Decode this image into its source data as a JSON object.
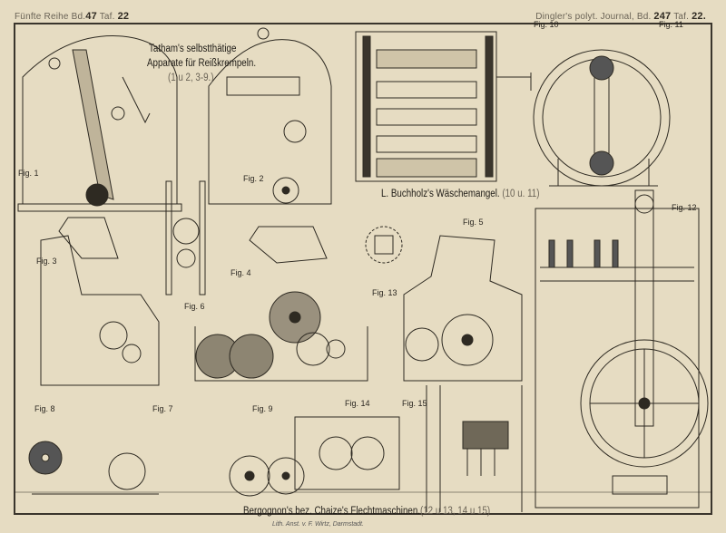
{
  "header": {
    "left_prefix": "Fünfte Reihe Bd.",
    "left_volume": "47",
    "left_taf_prefix": "Taf.",
    "left_taf": "22",
    "right_prefix": "Dingler's polyt. Journal, Bd.",
    "right_volume": "247",
    "right_taf_prefix": "Taf.",
    "right_taf": "22."
  },
  "titles": {
    "tatham_line1": "Tatham's selbstthätige",
    "tatham_line2": "Apparate für Reißkrempeln.",
    "tatham_figs": "(1 u 2, 3-9.)",
    "buchholz": "L. Buchholz's Wäschemangel.",
    "buchholz_figs": "(10 u. 11)",
    "bergognon": "Bergognon's bez. Chaize's Flechtmaschinen.",
    "bergognon_figs": "(12 u 13, 14 u 15)"
  },
  "figures": [
    "Fig. 1",
    "Fig. 2",
    "Fig. 3",
    "Fig. 4",
    "Fig. 5",
    "Fig. 6",
    "Fig. 7",
    "Fig. 8",
    "Fig. 9",
    "Fig. 10",
    "Fig. 11",
    "Fig. 12",
    "Fig. 13",
    "Fig. 14",
    "Fig. 15"
  ],
  "imprint": "Lith. Anst. v. F. Wirtz, Darmstadt."
}
